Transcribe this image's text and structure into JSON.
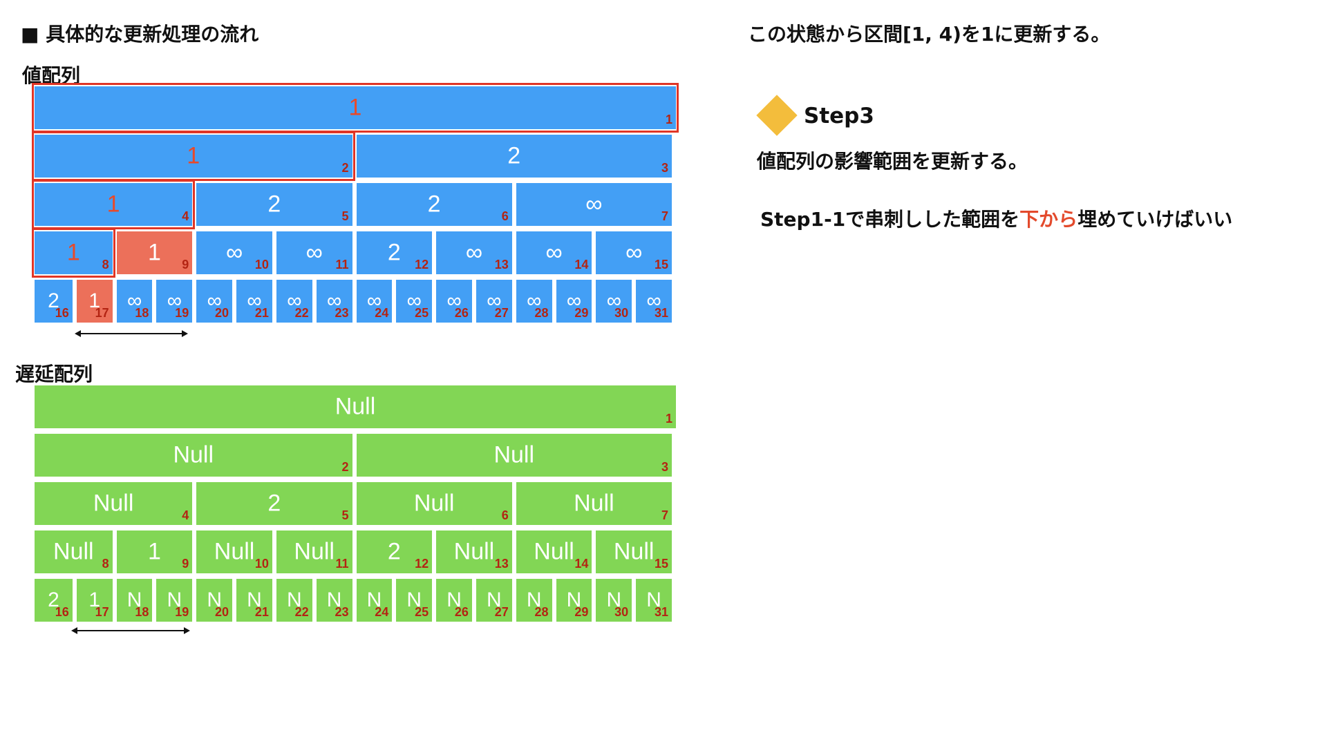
{
  "title": "■ 具体的な更新処理の流れ",
  "header_right": "この状態から区間[1, 4)を1に更新する。",
  "value_array": {
    "label": "値配列",
    "nodes": [
      {
        "i": 1,
        "v": "1"
      },
      {
        "i": 2,
        "v": "1"
      },
      {
        "i": 3,
        "v": "2"
      },
      {
        "i": 4,
        "v": "1"
      },
      {
        "i": 5,
        "v": "2"
      },
      {
        "i": 6,
        "v": "2"
      },
      {
        "i": 7,
        "v": "∞"
      },
      {
        "i": 8,
        "v": "1"
      },
      {
        "i": 9,
        "v": "1"
      },
      {
        "i": 10,
        "v": "∞"
      },
      {
        "i": 11,
        "v": "∞"
      },
      {
        "i": 12,
        "v": "2"
      },
      {
        "i": 13,
        "v": "∞"
      },
      {
        "i": 14,
        "v": "∞"
      },
      {
        "i": 15,
        "v": "∞"
      },
      {
        "i": 16,
        "v": "2"
      },
      {
        "i": 17,
        "v": "1"
      },
      {
        "i": 18,
        "v": "∞"
      },
      {
        "i": 19,
        "v": "∞"
      },
      {
        "i": 20,
        "v": "∞"
      },
      {
        "i": 21,
        "v": "∞"
      },
      {
        "i": 22,
        "v": "∞"
      },
      {
        "i": 23,
        "v": "∞"
      },
      {
        "i": 24,
        "v": "∞"
      },
      {
        "i": 25,
        "v": "∞"
      },
      {
        "i": 26,
        "v": "∞"
      },
      {
        "i": 27,
        "v": "∞"
      },
      {
        "i": 28,
        "v": "∞"
      },
      {
        "i": 29,
        "v": "∞"
      },
      {
        "i": 30,
        "v": "∞"
      },
      {
        "i": 31,
        "v": "∞"
      }
    ],
    "filled_red_nodes": [
      9,
      17
    ],
    "red_text_nodes": [
      1,
      2,
      4,
      8
    ],
    "outlined_nodes": [
      1,
      2,
      4,
      8
    ]
  },
  "lazy_array": {
    "label": "遅延配列",
    "nodes": [
      {
        "i": 1,
        "v": "Null"
      },
      {
        "i": 2,
        "v": "Null"
      },
      {
        "i": 3,
        "v": "Null"
      },
      {
        "i": 4,
        "v": "Null"
      },
      {
        "i": 5,
        "v": "2"
      },
      {
        "i": 6,
        "v": "Null"
      },
      {
        "i": 7,
        "v": "Null"
      },
      {
        "i": 8,
        "v": "Null"
      },
      {
        "i": 9,
        "v": "1"
      },
      {
        "i": 10,
        "v": "Null"
      },
      {
        "i": 11,
        "v": "Null"
      },
      {
        "i": 12,
        "v": "2"
      },
      {
        "i": 13,
        "v": "Null"
      },
      {
        "i": 14,
        "v": "Null"
      },
      {
        "i": 15,
        "v": "Null"
      },
      {
        "i": 16,
        "v": "2"
      },
      {
        "i": 17,
        "v": "1"
      },
      {
        "i": 18,
        "v": "N"
      },
      {
        "i": 19,
        "v": "N"
      },
      {
        "i": 20,
        "v": "N"
      },
      {
        "i": 21,
        "v": "N"
      },
      {
        "i": 22,
        "v": "N"
      },
      {
        "i": 23,
        "v": "N"
      },
      {
        "i": 24,
        "v": "N"
      },
      {
        "i": 25,
        "v": "N"
      },
      {
        "i": 26,
        "v": "N"
      },
      {
        "i": 27,
        "v": "N"
      },
      {
        "i": 28,
        "v": "N"
      },
      {
        "i": 29,
        "v": "N"
      },
      {
        "i": 30,
        "v": "N"
      },
      {
        "i": 31,
        "v": "N"
      }
    ]
  },
  "step": {
    "title": "Step3",
    "description": "値配列の影響範囲を更新する。",
    "note_prefix": "Step1-1で串刺しした範囲を",
    "note_highlight": "下から",
    "note_suffix": "埋めていけばいい"
  },
  "colors": {
    "value_node": "#439ff5",
    "lazy_node": "#82d655",
    "updated_node": "#ec705a",
    "outline": "#e03526",
    "index_text": "#b32413",
    "diamond": "#f3bd3c",
    "highlight_text": "#e34a2c"
  }
}
